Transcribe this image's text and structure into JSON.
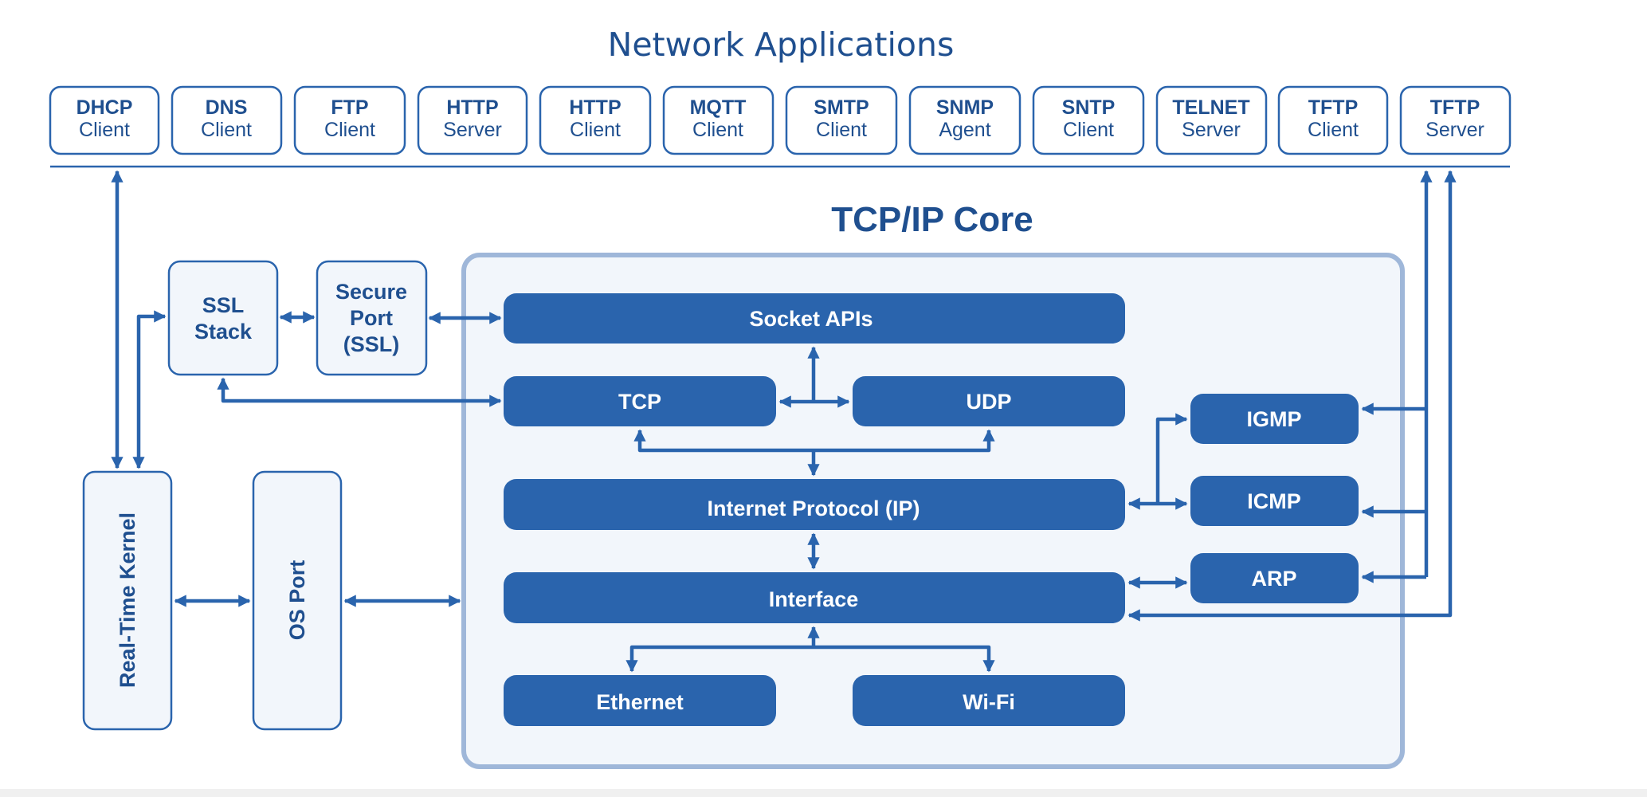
{
  "colors": {
    "primary": "#2a64ad",
    "heading": "#1f4f8f",
    "light_fill": "#f2f6fb",
    "core_border": "#9fb7d9",
    "white": "#ffffff"
  },
  "titles": {
    "network_applications": "Network Applications",
    "tcpip_core": "TCP/IP Core"
  },
  "applications": [
    {
      "line1": "DHCP",
      "line2": "Client"
    },
    {
      "line1": "DNS",
      "line2": "Client"
    },
    {
      "line1": "FTP",
      "line2": "Client"
    },
    {
      "line1": "HTTP",
      "line2": "Server"
    },
    {
      "line1": "HTTP",
      "line2": "Client"
    },
    {
      "line1": "MQTT",
      "line2": "Client"
    },
    {
      "line1": "SMTP",
      "line2": "Client"
    },
    {
      "line1": "SNMP",
      "line2": "Agent"
    },
    {
      "line1": "SNTP",
      "line2": "Client"
    },
    {
      "line1": "TELNET",
      "line2": "Server"
    },
    {
      "line1": "TFTP",
      "line2": "Client"
    },
    {
      "line1": "TFTP",
      "line2": "Server"
    }
  ],
  "side_blocks": {
    "ssl_stack": {
      "line1": "SSL",
      "line2": "Stack"
    },
    "secure_port": {
      "line1": "Secure",
      "line2": "Port",
      "line3": "(SSL)"
    },
    "real_time_kernel": "Real-Time Kernel",
    "os_port": "OS Port"
  },
  "core_blocks": {
    "socket_apis": "Socket APIs",
    "tcp": "TCP",
    "udp": "UDP",
    "ip": "Internet Protocol (IP)",
    "interface": "Interface",
    "ethernet": "Ethernet",
    "wifi": "Wi-Fi",
    "igmp": "IGMP",
    "icmp": "ICMP",
    "arp": "ARP"
  }
}
